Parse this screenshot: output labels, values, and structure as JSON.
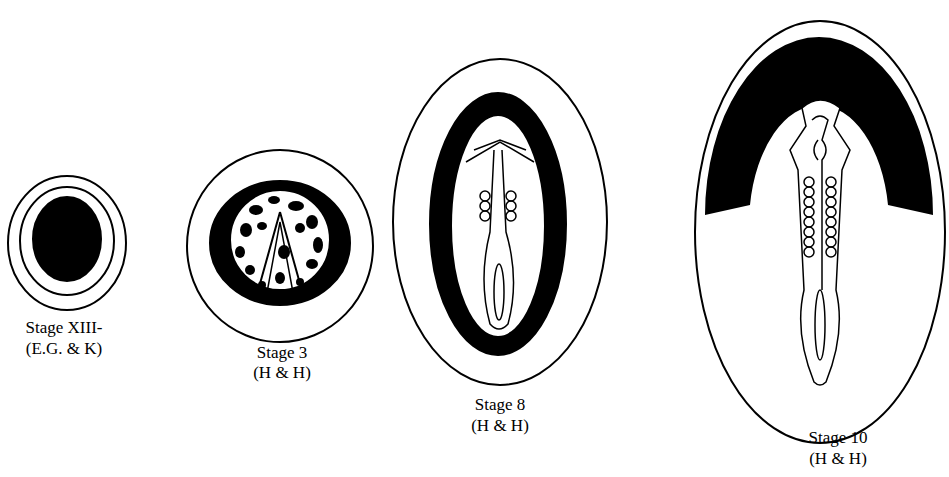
{
  "diagram": {
    "labels": [
      "Stage XIII-",
      "(E.G. & K)",
      "Stage 3",
      "(H & H)",
      "Stage 8",
      "(H & H)",
      "Stage 10",
      "(H & H)"
    ]
  }
}
